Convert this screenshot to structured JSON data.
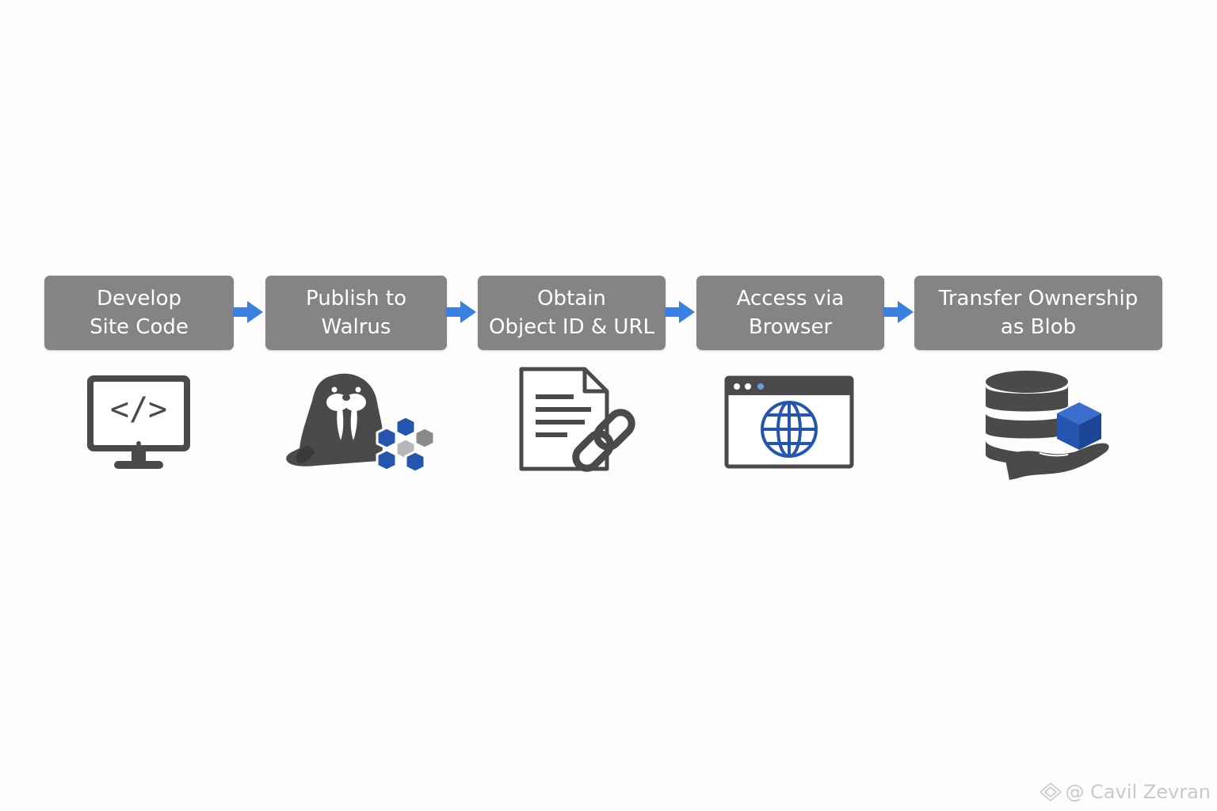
{
  "steps": [
    {
      "line1": "Develop",
      "line2": "Site Code",
      "icon": "code-monitor-icon"
    },
    {
      "line1": "Publish to",
      "line2": "Walrus",
      "icon": "walrus-icon"
    },
    {
      "line1": "Obtain",
      "line2": "Object ID & URL",
      "icon": "document-link-icon"
    },
    {
      "line1": "Access via",
      "line2": "Browser",
      "icon": "browser-globe-icon"
    },
    {
      "line1": "Transfer Ownership",
      "line2": "as Blob",
      "icon": "database-blob-hand-icon"
    }
  ],
  "code_glyph": "</>",
  "watermark": {
    "text": "@ Cavil Zevran",
    "icon": "diamond-logo-icon"
  },
  "colors": {
    "box": "#848484",
    "box_text": "#ffffff",
    "arrow": "#3b7fe0",
    "icon_dark": "#4a4a4a",
    "icon_accent": "#2456b0",
    "watermark": "#c9c9c9"
  }
}
